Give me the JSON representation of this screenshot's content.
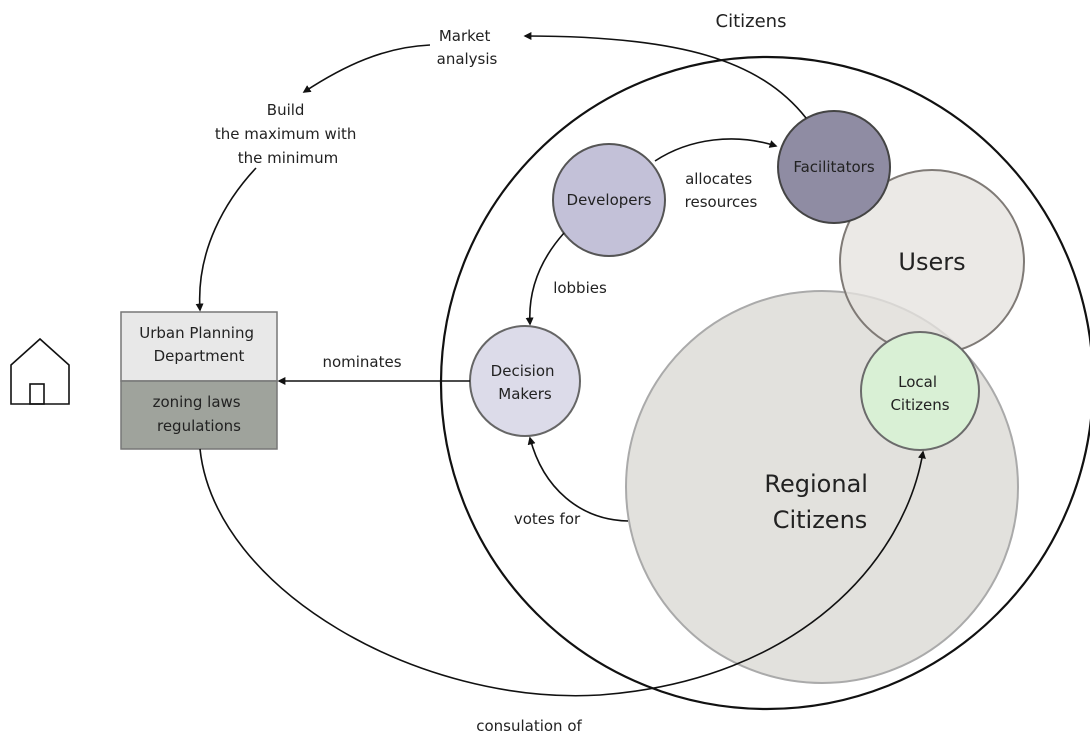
{
  "title": "Citizens",
  "nodes": {
    "developers": {
      "label": "Developers",
      "color": "#c3c1d8"
    },
    "facilitators": {
      "label": "Facilitators",
      "color": "#8f8ca3"
    },
    "decision_makers": {
      "label_line1": "Decision",
      "label_line2": "Makers",
      "color": "#dcdbe9"
    },
    "users": {
      "label": "Users",
      "color": "#e6e3df"
    },
    "local_citizens": {
      "label_line1": "Local",
      "label_line2": "Citizens",
      "color": "#d9f0d5"
    },
    "regional_citizens": {
      "label_line1": "Regional",
      "label_line2": "Citizens",
      "color": "#e2e1dd"
    }
  },
  "upd_box": {
    "top_line1": "Urban Planning",
    "top_line2": "Department",
    "bottom_line1": "zoning laws",
    "bottom_line2": "regulations",
    "top_color": "#e8e8e8",
    "bottom_color": "#9fa39c"
  },
  "edges": {
    "market_analysis_line1": "Market",
    "market_analysis_line2": "analysis",
    "build_line1": "Build",
    "build_line2": "the maximum with",
    "build_line3": "the minimum",
    "allocates_line1": "allocates",
    "allocates_line2": "resources",
    "lobbies": "lobbies",
    "nominates": "nominates",
    "votes_for": "votes for",
    "consulation": "consulation of"
  },
  "icons": {
    "house": "house-icon"
  }
}
